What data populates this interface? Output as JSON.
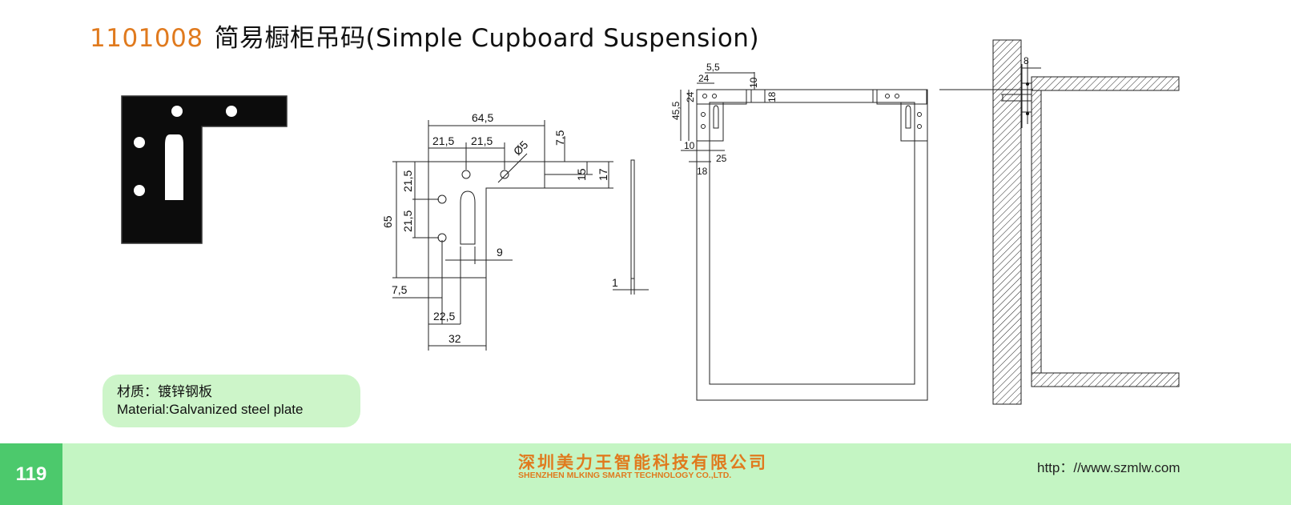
{
  "header": {
    "product_code": "1101008",
    "product_name": "简易橱柜吊码(Simple Cupboard Suspension)"
  },
  "dimensions": {
    "d64_5": "64,5",
    "d21_5a": "21,5",
    "d21_5b": "21,5",
    "d7_5_top": "7,5",
    "d5_dia": "Ø5",
    "d15": "15",
    "d17": "17",
    "d21_5c": "21,5",
    "d21_5d": "21,5",
    "d65": "65",
    "d9": "9",
    "d7_5_bottom": "7,5",
    "d22_5": "22,5",
    "d32": "32",
    "d1": "1",
    "d5_5": "5,5",
    "d24a": "24",
    "d10a": "10",
    "d24b": "24",
    "d45_5": "45,5",
    "d18a": "18",
    "d10b": "10",
    "d25": "25",
    "d18b": "18",
    "d8": "8"
  },
  "material": {
    "label_cn": "材质：镀锌钢板",
    "label_en": "Material:Galvanized steel plate"
  },
  "footer": {
    "page_number": "119",
    "company_cn": "深圳美力王智能科技有限公司",
    "company_en": "SHENZHEN MLKING SMART TECHNOLOGY CO.,LTD.",
    "website": "http：//www.szmlw.com"
  },
  "colors": {
    "accent_orange": "#e07a1e",
    "footer_green": "#c4f5c3",
    "page_badge_green": "#4cc96c",
    "material_bg": "#cdf5c9"
  }
}
